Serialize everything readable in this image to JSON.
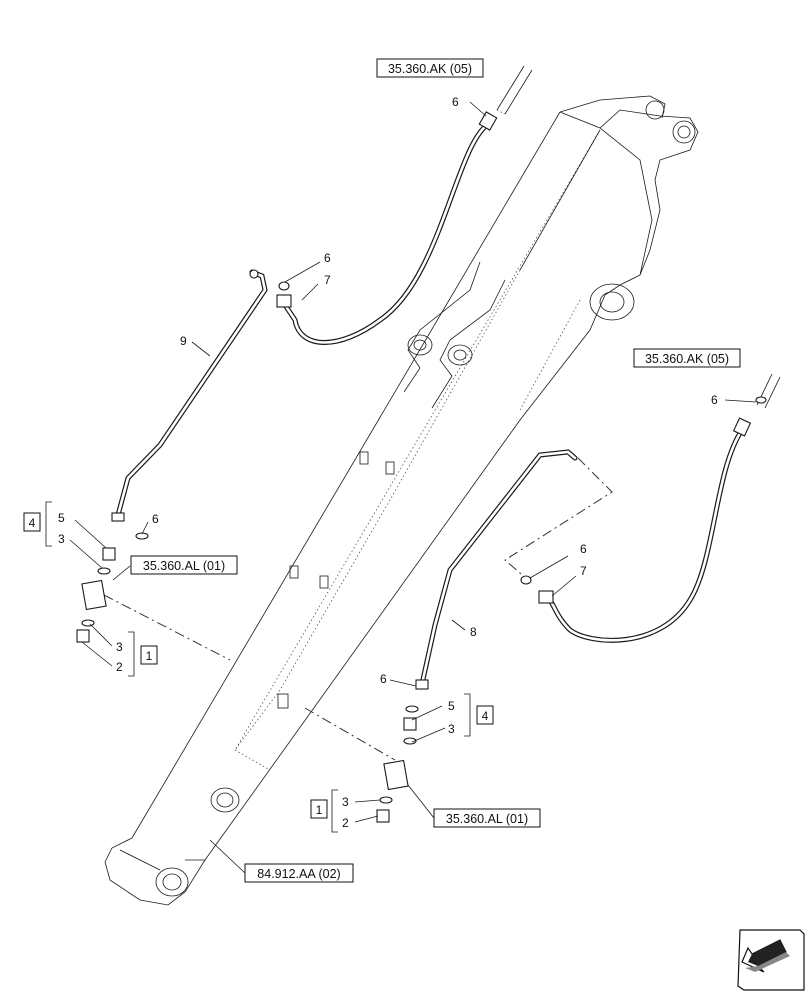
{
  "refs": {
    "top_hose": "35.360.AK (05)",
    "right_hose": "35.360.AK (05)",
    "left_valve": "35.360.AL (01)",
    "right_valve": "35.360.AL (01)",
    "boom": "84.912.AA (02)"
  },
  "items": {
    "i2": "2",
    "i3": "3",
    "i4": "4",
    "i5": "5",
    "i6": "6",
    "i7": "7",
    "i8": "8",
    "i9": "9",
    "i1": "1"
  },
  "icons": {
    "nav": "arrow-down-left-icon"
  }
}
